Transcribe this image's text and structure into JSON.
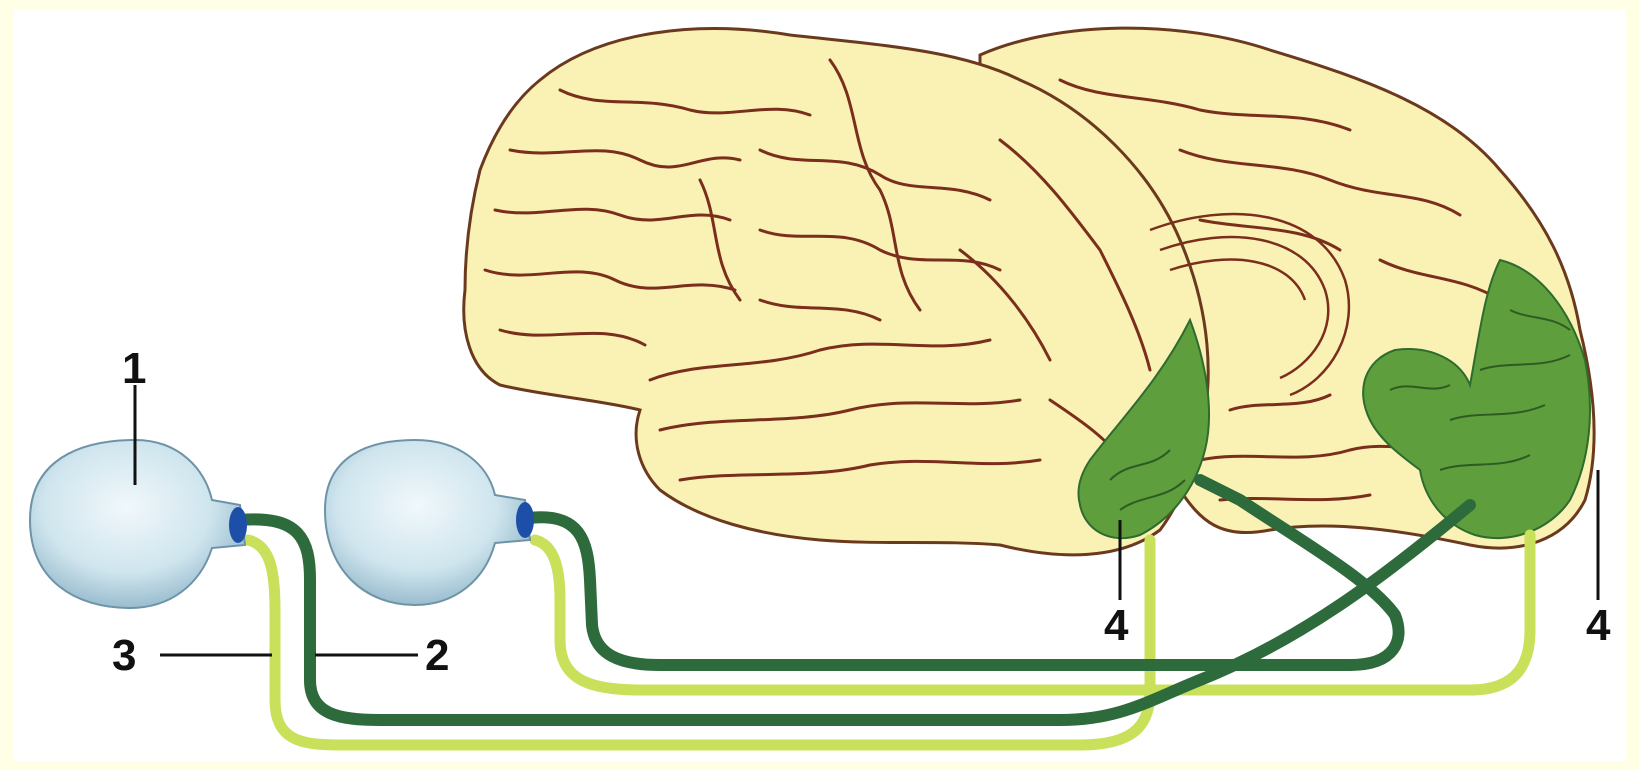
{
  "labels": {
    "eye": "1",
    "nerve_crossing": "2",
    "nerve_uncrossed": "3",
    "visual_cortex_left": "4",
    "visual_cortex_right": "4"
  },
  "colors": {
    "frame": "#FFFFE6",
    "background": "#FFFFFF",
    "brain_fill": "#FAF1B4",
    "brain_outline": "#6B3A1E",
    "sulci": "#7A2E1C",
    "cortex_green": "#5E9E3C",
    "dark_fiber": "#2E6B3C",
    "light_fiber": "#C8E05A",
    "eyeball": "#CFE5EE",
    "optic_disc": "#1E4FA8"
  },
  "icons": {
    "eye": "eyeball-icon",
    "brain": "brain-icon"
  }
}
